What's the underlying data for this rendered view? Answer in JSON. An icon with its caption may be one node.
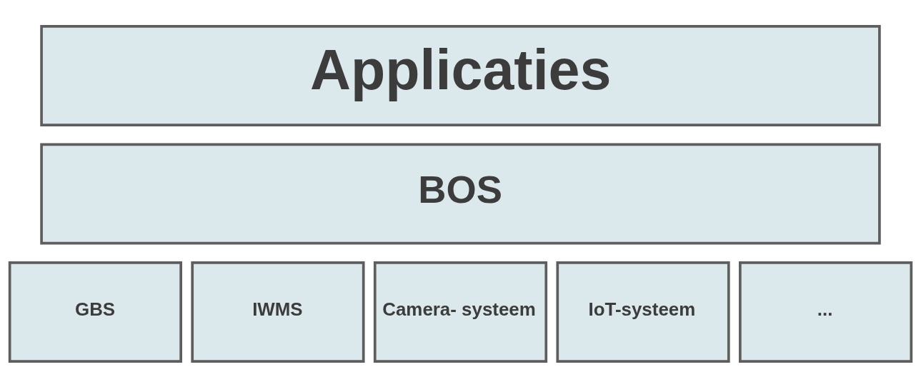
{
  "diagram": {
    "nodes": [
      {
        "text": [
          "Applicaties"
        ]
      },
      {
        "text": [
          "BOS"
        ]
      },
      {
        "text": [
          "GBS"
        ]
      },
      {
        "text": [
          "IWMS"
        ]
      },
      {
        "text": [
          "Camera- systeem"
        ]
      },
      {
        "text": [
          "IoT-systeem"
        ]
      },
      {
        "text": [
          "..."
        ]
      }
    ],
    "edges": []
  }
}
